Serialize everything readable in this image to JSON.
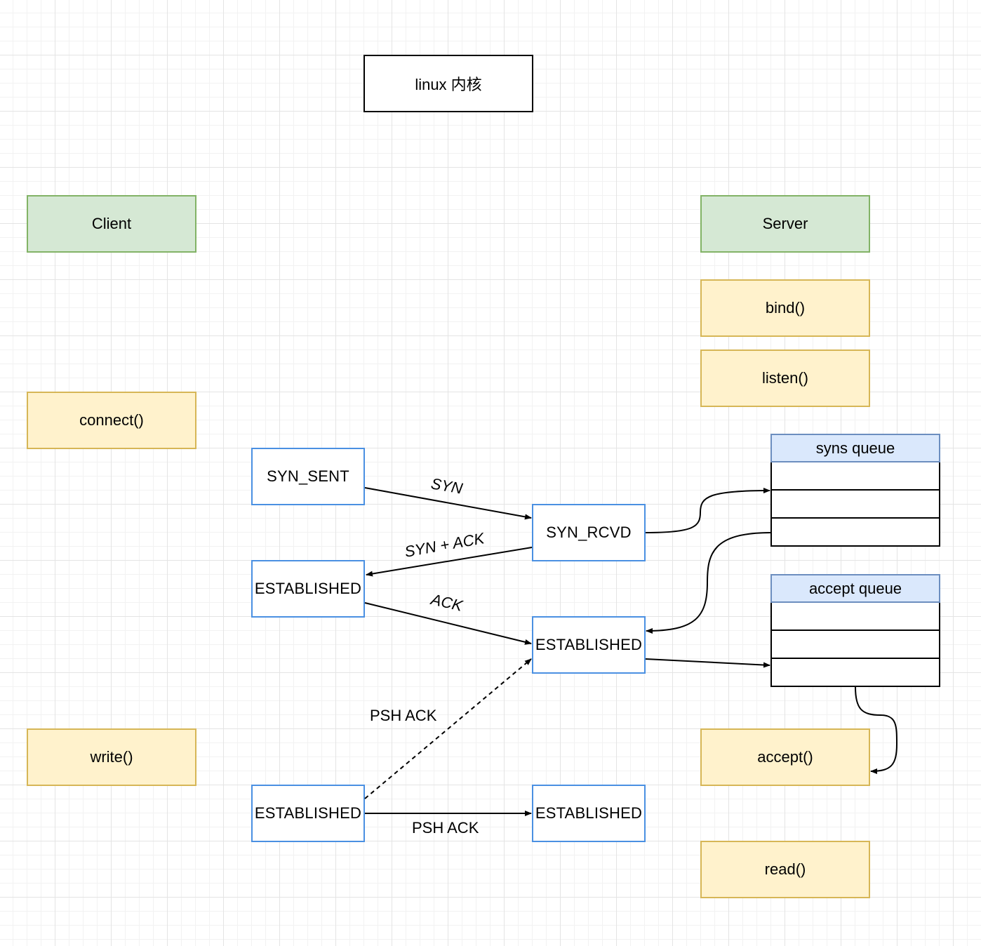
{
  "title": "linux 内核",
  "client": {
    "label": "Client",
    "calls": {
      "connect": "connect()",
      "write": "write()"
    }
  },
  "server": {
    "label": "Server",
    "calls": {
      "bind": "bind()",
      "listen": "listen()",
      "accept": "accept()",
      "read": "read()"
    }
  },
  "states": {
    "client_syn_sent": "SYN_SENT",
    "client_established": "ESTABLISHED",
    "client_established_write": "ESTABLISHED",
    "server_syn_rcvd": "SYN_RCVD",
    "server_established": "ESTABLISHED",
    "server_established_read": "ESTABLISHED"
  },
  "queues": {
    "syns": {
      "label": "syns queue",
      "slots": 3
    },
    "accept": {
      "label": "accept queue",
      "slots": 3
    }
  },
  "edge_labels": {
    "syn": "SYN",
    "syn_ack": "SYN + ACK",
    "ack": "ACK",
    "psh_ack_dashed": "PSH ACK",
    "psh_ack": "PSH ACK"
  },
  "colors": {
    "green_fill": "#d5e8d4",
    "green_stroke": "#82b366",
    "yellow_fill": "#fff2cc",
    "yellow_stroke": "#d6b656",
    "state_stroke": "#4a90e2",
    "queue_header_fill": "#dae8fc",
    "queue_header_stroke": "#6c8ebf"
  }
}
